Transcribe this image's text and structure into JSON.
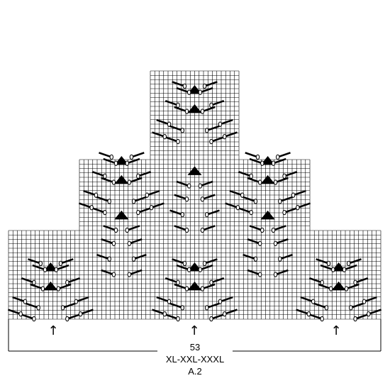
{
  "diagram": {
    "caption": {
      "stitches": "53",
      "sizes": "XL-XXL-XXXL",
      "name": "A.2"
    },
    "arrow_glyph": "↑",
    "arrow_count": 3,
    "symbols": [
      {
        "name": "knit-square",
        "glyph": "□"
      },
      {
        "name": "yarn-over-decrease-right",
        "glyph": "╱"
      },
      {
        "name": "yarn-over-decrease-left",
        "glyph": "╲"
      },
      {
        "name": "double-decrease-triangle",
        "glyph": "▲"
      }
    ],
    "colors": {
      "ink": "#000000",
      "paper": "#ffffff"
    }
  }
}
